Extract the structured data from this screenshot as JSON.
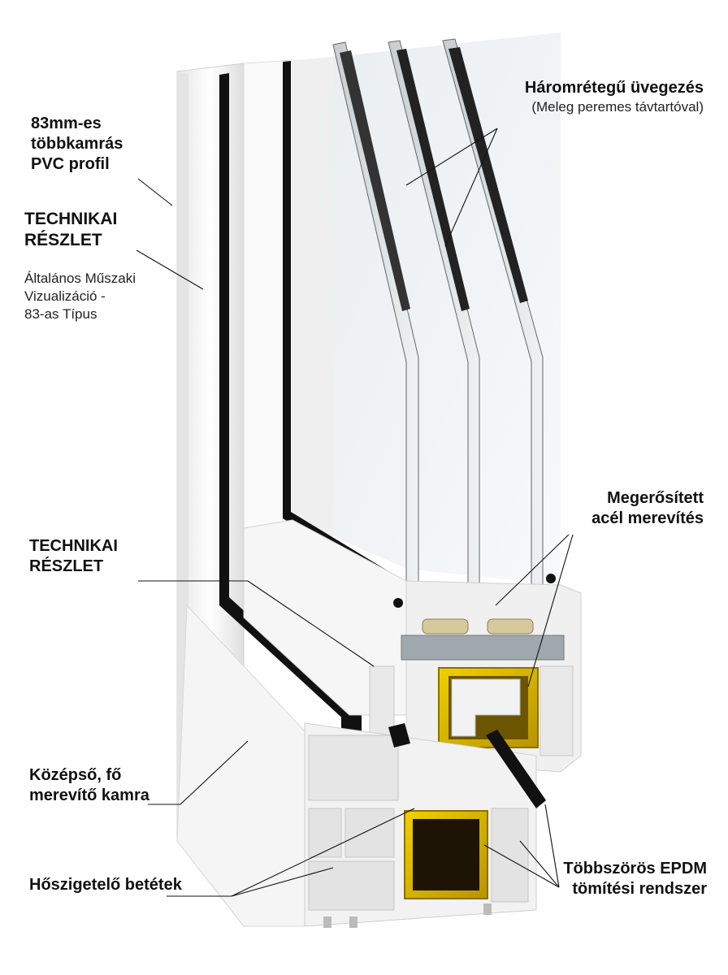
{
  "labels": {
    "profile": [
      "83mm-es",
      "többkamrás",
      "PVC profil"
    ],
    "tech1": [
      "TECHNIKAI",
      "RÉSZLET"
    ],
    "visual": [
      "Általános Műszaki",
      "Vizualizáció -",
      "83-as Típus"
    ],
    "glazing_title": "Háromrétegű üvegezés",
    "glazing_sub": "(Meleg peremes távtartóval)",
    "steel": [
      "Megerősített",
      "acél merevítés"
    ],
    "tech2": [
      "TECHNIKAI",
      "RÉSZLET"
    ],
    "chamber": [
      "Középső, fő",
      "merevítő kamra"
    ],
    "insulation": "Hőszigetelő betétek",
    "seals": [
      "Többszörös EPDM",
      "tömítési rendszer"
    ]
  },
  "colors": {
    "pvc": "#f4f4f4",
    "pvc_shadow": "#d9d9d9",
    "gasket": "#111111",
    "steel": "#d8b400",
    "glass": "#e8eef0",
    "spacer": "#9aa5aa",
    "desiccant": "#d6c79a"
  }
}
